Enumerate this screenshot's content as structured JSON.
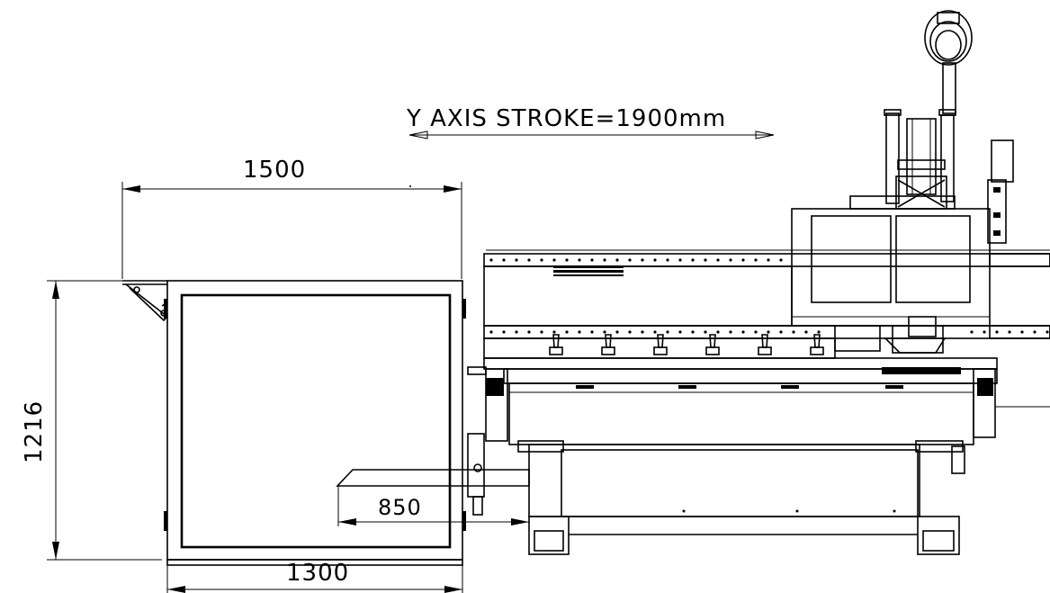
{
  "drawing": {
    "y_axis_stroke_label": "Y AXIS STROKE=1900mm",
    "dim_top_width": "1500",
    "dim_left_height": "1216",
    "dim_inner_width": "850",
    "dim_bottom_width": "1300"
  }
}
